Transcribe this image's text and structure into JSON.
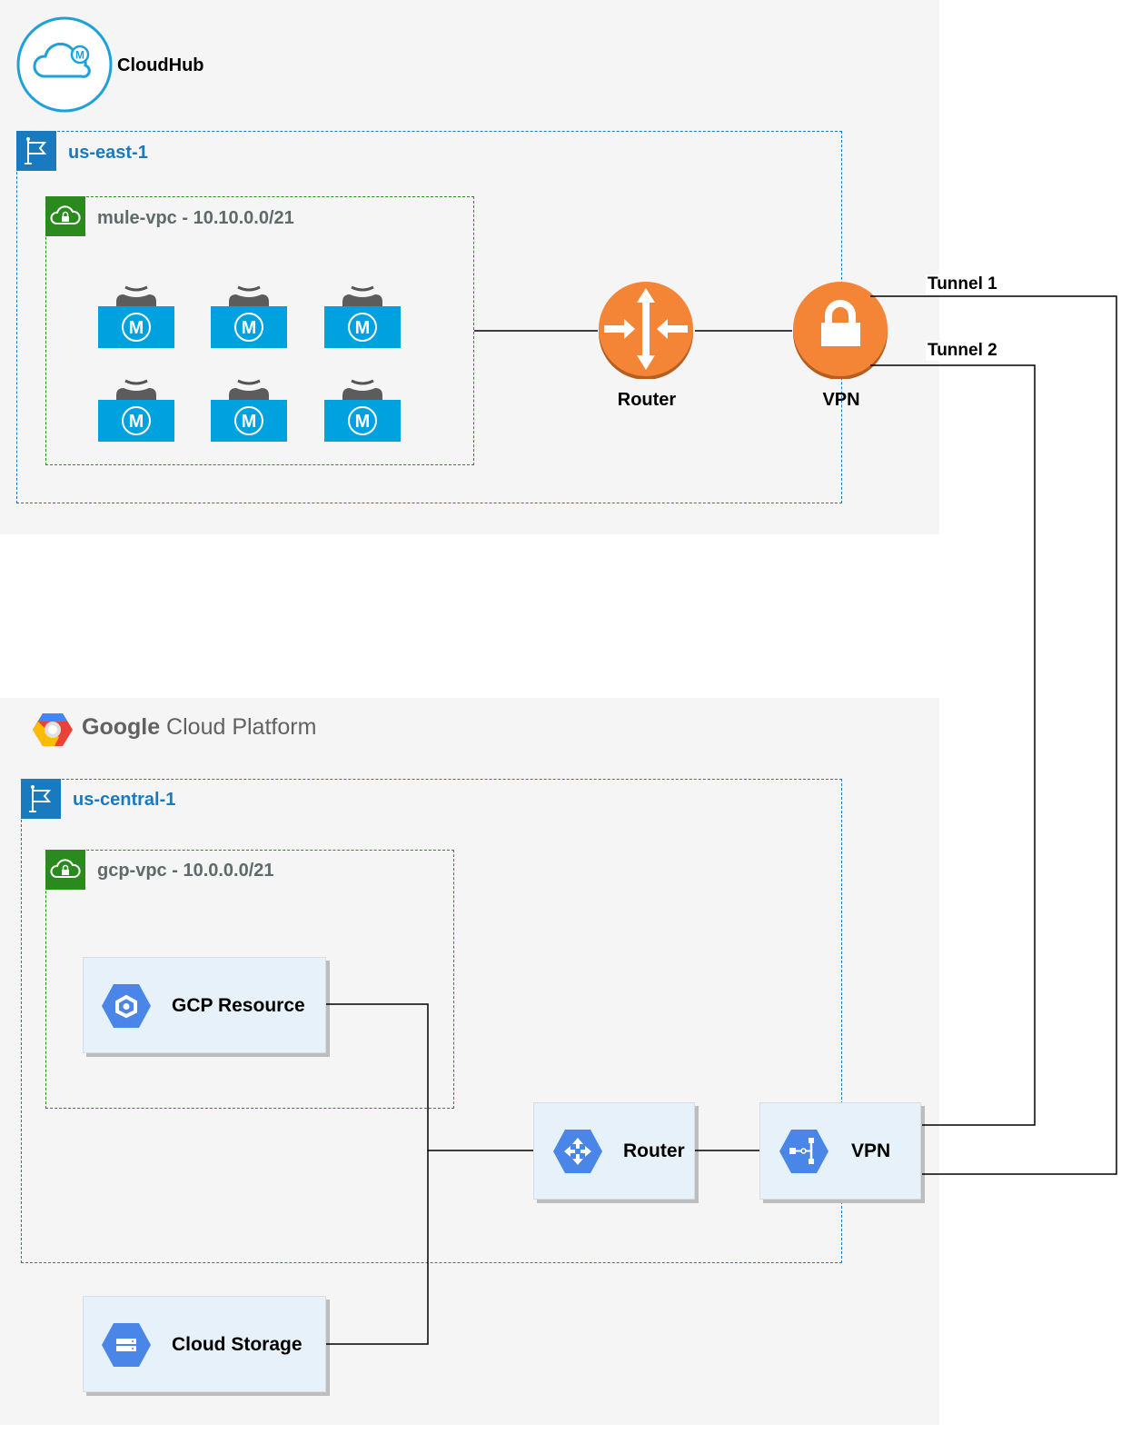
{
  "cloudhub": {
    "title": "CloudHub",
    "region": {
      "label": "us-east-1"
    },
    "vpc": {
      "label": "mule-vpc - 10.10.0.0/21"
    },
    "workers": [
      "mule-worker",
      "mule-worker",
      "mule-worker",
      "mule-worker",
      "mule-worker",
      "mule-worker"
    ],
    "router": {
      "label": "Router"
    },
    "vpn": {
      "label": "VPN"
    }
  },
  "tunnels": [
    {
      "label": "Tunnel 1"
    },
    {
      "label": "Tunnel 2"
    }
  ],
  "gcp": {
    "title_bold": "Google",
    "title_rest": " Cloud Platform",
    "region": {
      "label": "us-central-1"
    },
    "vpc": {
      "label": "gcp-vpc - 10.0.0.0/21"
    },
    "resource": {
      "label": "GCP Resource"
    },
    "router": {
      "label": "Router"
    },
    "vpn": {
      "label": "VPN"
    },
    "storage": {
      "label": "Cloud Storage"
    }
  },
  "colors": {
    "aws_orange": "#f58536",
    "region_blue": "#1a7ac0",
    "vpc_green": "#2a8a1e",
    "mule_blue": "#00a1df",
    "gcp_blue": "#4a86e8",
    "card_bg": "#e6f1f9"
  }
}
